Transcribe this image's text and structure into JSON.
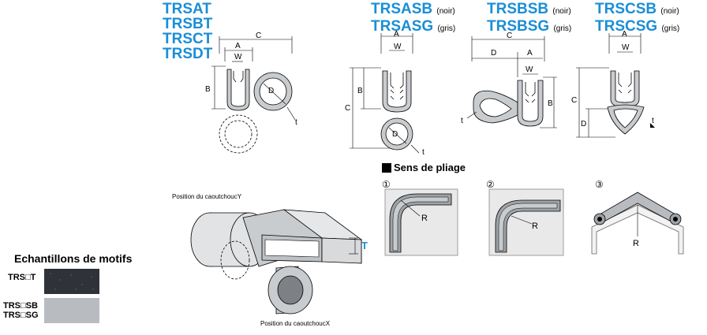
{
  "models": {
    "group1": [
      "TRSAT",
      "TRSBT",
      "TRSCT",
      "TRSDT"
    ],
    "group2": {
      "line1": "TRSASB",
      "line1_suffix": "(noir)",
      "line2": "TRSASG",
      "line2_suffix": "(gris)"
    },
    "group3": {
      "line1": "TRSBSB",
      "line1_suffix": "(noir)",
      "line2": "TRSBSG",
      "line2_suffix": "(gris)"
    },
    "group4": {
      "line1": "TRSCSB",
      "line1_suffix": "(noir)",
      "line2": "TRSCSG",
      "line2_suffix": "(gris)"
    }
  },
  "dimensions": {
    "A": "A",
    "B": "B",
    "C": "C",
    "D": "D",
    "W": "W",
    "t": "t",
    "T": "T",
    "R": "R"
  },
  "bending": {
    "title": "Sens de pliage",
    "steps": [
      "①",
      "②",
      "③"
    ]
  },
  "positions": {
    "y": "Position du caoutchoucY",
    "x": "Position du caoutchoucX"
  },
  "samples": {
    "title": "Echantillons de motifs",
    "row1_label": "TRS□T",
    "row2_label_line1": "TRS□SB",
    "row2_label_line2": "TRS□SG"
  },
  "colors": {
    "accent": "#1a8ed6",
    "sample_black": "#2f3238",
    "sample_grey": "#b8bcc0"
  }
}
